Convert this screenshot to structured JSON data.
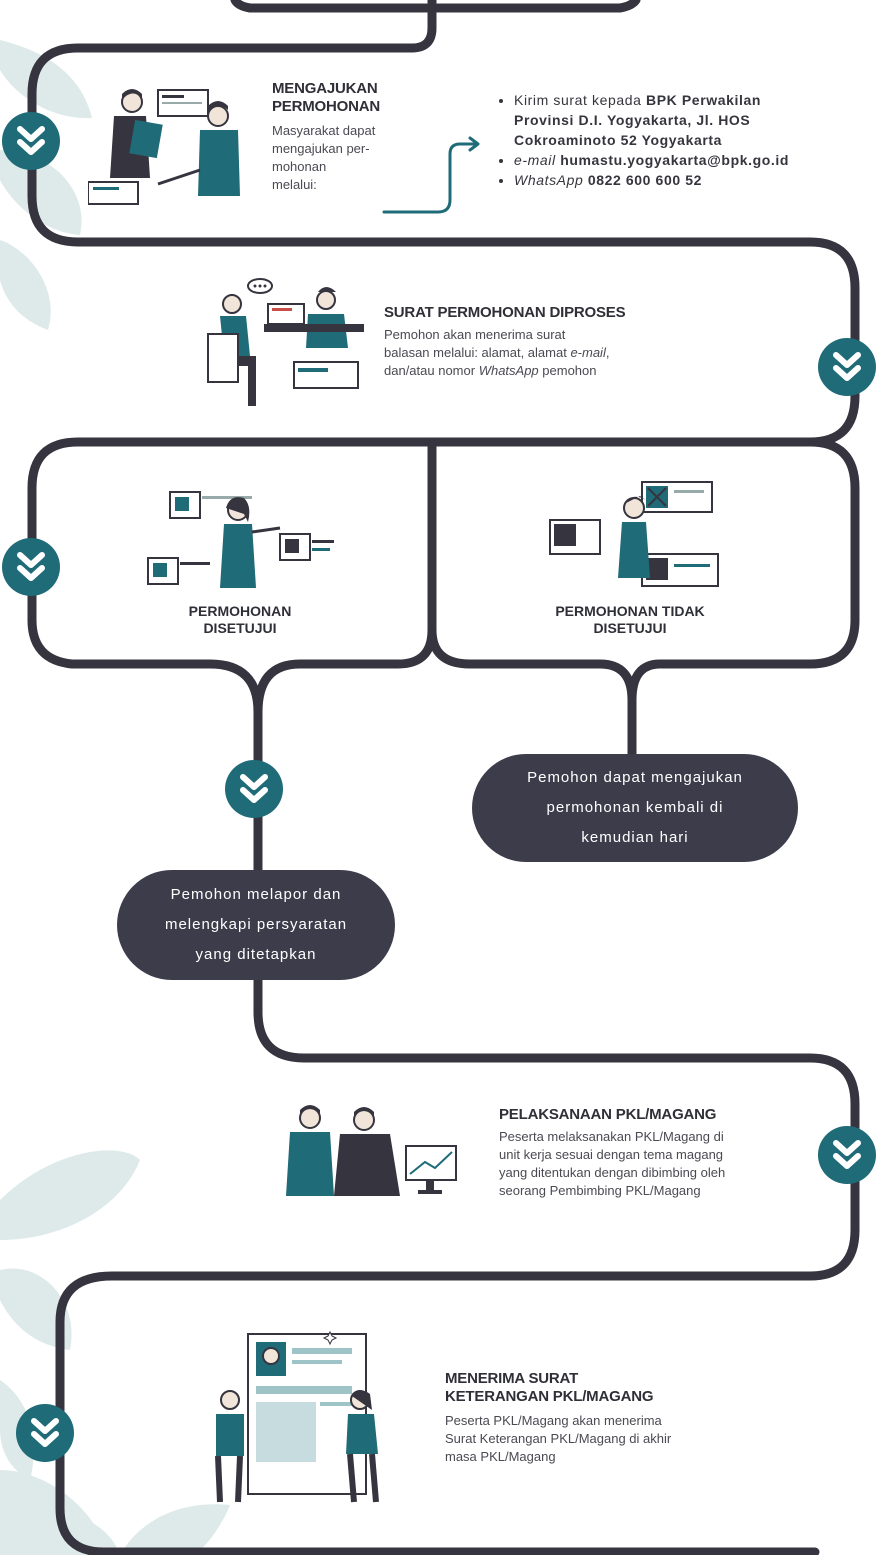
{
  "colors": {
    "teal": "#1f6b78",
    "dark": "#35343f",
    "pill": "#3d3c4b",
    "leaf": "#cfe0e0"
  },
  "steps": [
    {
      "id": "mengajukan",
      "title_l1": "MENGAJUKAN",
      "title_l2": "PERMOHONAN",
      "body": [
        "Masyarakat dapat",
        "mengajukan per-",
        "mohonan",
        "melalui:"
      ],
      "illustration": "two-people-handing-document-icon"
    },
    {
      "id": "diproses",
      "title": "SURAT PERMOHONAN DIPROSES",
      "body_l1": "Pemohon akan menerima surat",
      "body_l2_pre": "balasan melalui: alamat, alamat ",
      "body_l2_em": "e-mail",
      "body_l2_post": ",",
      "body_l3_pre": "dan/atau nomor ",
      "body_l3_em": "WhatsApp",
      "body_l3_post": " pemohon",
      "illustration": "office-desk-meeting-icon"
    },
    {
      "id": "disetujui",
      "title_l1": "PERMOHONAN",
      "title_l2": "DISETUJUI",
      "illustration": "approved-profiles-icon"
    },
    {
      "id": "tidak-disetujui",
      "title_l1": "PERMOHONAN TIDAK",
      "title_l2": "DISETUJUI",
      "illustration": "rejected-profiles-icon"
    },
    {
      "id": "pelaksanaan",
      "title": "PELAKSANAAN PKL/MAGANG",
      "body": [
        "Peserta melaksanakan PKL/Magang di",
        "unit kerja sesuai dengan tema magang",
        "yang ditentukan dengan dibimbing oleh",
        "seorang Pembimbing PKL/Magang"
      ],
      "illustration": "mentor-and-intern-icon"
    },
    {
      "id": "menerima",
      "title_l1": "MENERIMA SURAT",
      "title_l2": "KETERANGAN PKL/MAGANG",
      "body": [
        "Peserta PKL/Magang akan menerima",
        "Surat Keterangan PKL/Magang di akhir",
        "masa PKL/Magang"
      ],
      "illustration": "certificate-document-icon"
    }
  ],
  "contacts": {
    "line1_pre": "Kirim surat kepada ",
    "line1_bold": "BPK Perwakilan",
    "line2": "Provinsi D.I. Yogyakarta, Jl. HOS",
    "line3": "Cokroaminoto 52 Yogyakarta",
    "email_label": "e-mail",
    "email_value": " humastu.yogyakarta@bpk.go.id",
    "wa_label": "WhatsApp",
    "wa_value": " 0822 600 600 52"
  },
  "pills": {
    "resubmit": [
      "Pemohon dapat mengajukan",
      "permohonan kembali di",
      "kemudian hari"
    ],
    "report": [
      "Pemohon melapor dan",
      "melengkapi persyaratan",
      "yang ditetapkan"
    ]
  }
}
